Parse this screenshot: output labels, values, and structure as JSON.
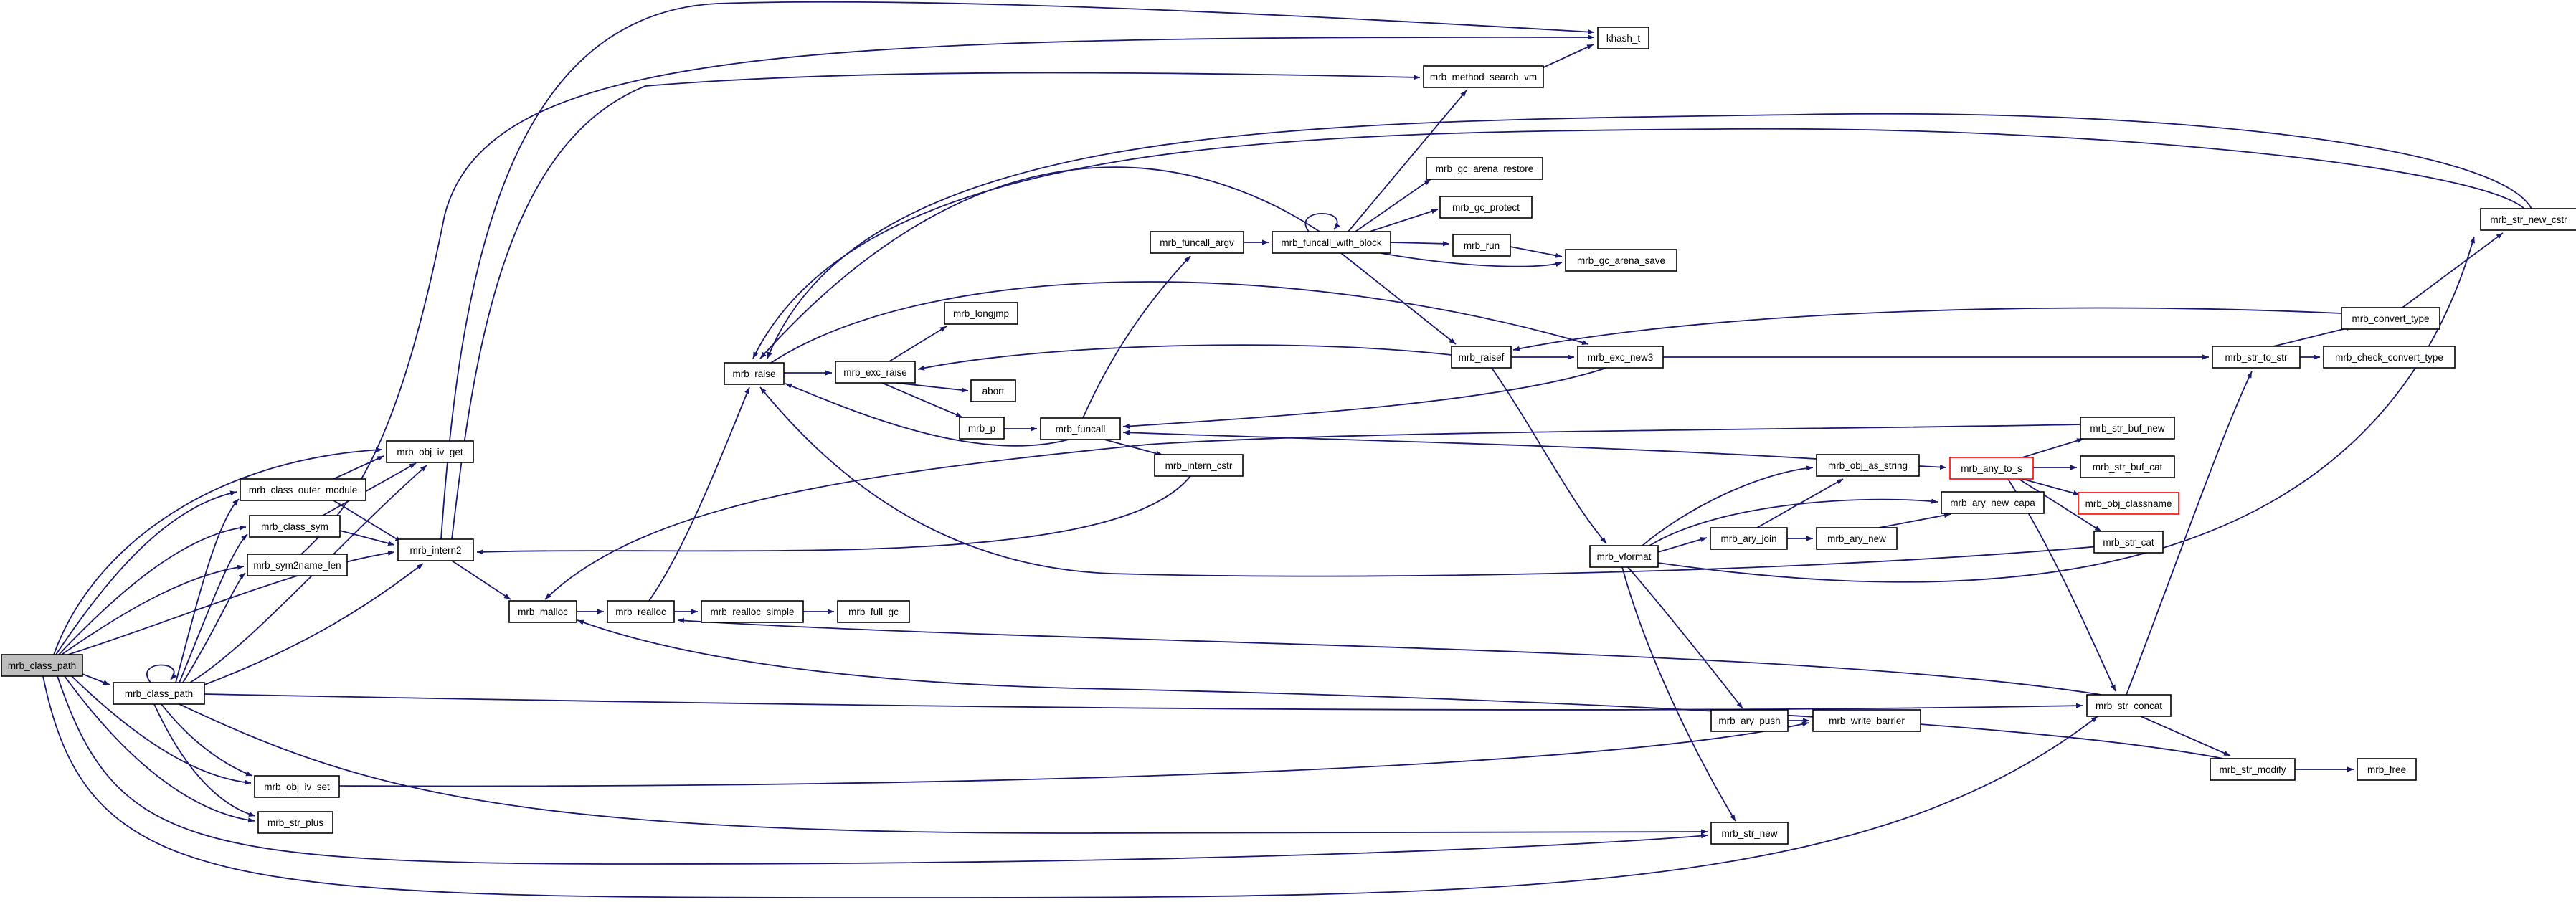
{
  "graph": {
    "nodes": [
      {
        "id": "root",
        "label": "mrb_class_path",
        "root": true
      },
      {
        "id": "cp",
        "label": "mrb_class_path"
      },
      {
        "id": "oivget",
        "label": "mrb_obj_iv_get"
      },
      {
        "id": "outer",
        "label": "mrb_class_outer_module"
      },
      {
        "id": "csym",
        "label": "mrb_class_sym"
      },
      {
        "id": "s2n",
        "label": "mrb_sym2name_len"
      },
      {
        "id": "intern2",
        "label": "mrb_intern2"
      },
      {
        "id": "oivset",
        "label": "mrb_obj_iv_set"
      },
      {
        "id": "strplus",
        "label": "mrb_str_plus"
      },
      {
        "id": "khash",
        "label": "khash_t"
      },
      {
        "id": "msvm",
        "label": "mrb_method_search_vm"
      },
      {
        "id": "raise",
        "label": "mrb_raise"
      },
      {
        "id": "excraise",
        "label": "mrb_exc_raise"
      },
      {
        "id": "longjmp",
        "label": "mrb_longjmp"
      },
      {
        "id": "abort",
        "label": "abort"
      },
      {
        "id": "p",
        "label": "mrb_p"
      },
      {
        "id": "funcall",
        "label": "mrb_funcall"
      },
      {
        "id": "interncstr",
        "label": "mrb_intern_cstr"
      },
      {
        "id": "malloc",
        "label": "mrb_malloc"
      },
      {
        "id": "realloc",
        "label": "mrb_realloc"
      },
      {
        "id": "rsimple",
        "label": "mrb_realloc_simple"
      },
      {
        "id": "fullgc",
        "label": "mrb_full_gc"
      },
      {
        "id": "fargv",
        "label": "mrb_funcall_argv"
      },
      {
        "id": "fwb",
        "label": "mrb_funcall_with_block"
      },
      {
        "id": "gcrestore",
        "label": "mrb_gc_arena_restore"
      },
      {
        "id": "gcprotect",
        "label": "mrb_gc_protect"
      },
      {
        "id": "run",
        "label": "mrb_run"
      },
      {
        "id": "gcsave",
        "label": "mrb_gc_arena_save"
      },
      {
        "id": "raisef",
        "label": "mrb_raisef"
      },
      {
        "id": "excnew3",
        "label": "mrb_exc_new3"
      },
      {
        "id": "vformat",
        "label": "mrb_vformat"
      },
      {
        "id": "objasstr",
        "label": "mrb_obj_as_string"
      },
      {
        "id": "aryjoin",
        "label": "mrb_ary_join"
      },
      {
        "id": "arynew",
        "label": "mrb_ary_new"
      },
      {
        "id": "arynewcapa",
        "label": "mrb_ary_new_capa"
      },
      {
        "id": "arypush",
        "label": "mrb_ary_push"
      },
      {
        "id": "wbarrier",
        "label": "mrb_write_barrier"
      },
      {
        "id": "strnew",
        "label": "mrb_str_new"
      },
      {
        "id": "anytos",
        "label": "mrb_any_to_s",
        "trunc": true
      },
      {
        "id": "strbufnew",
        "label": "mrb_str_buf_new"
      },
      {
        "id": "strbufcat",
        "label": "mrb_str_buf_cat"
      },
      {
        "id": "objclassname",
        "label": "mrb_obj_classname",
        "trunc": true
      },
      {
        "id": "strcat",
        "label": "mrb_str_cat"
      },
      {
        "id": "strtostr",
        "label": "mrb_str_to_str"
      },
      {
        "id": "convtype",
        "label": "mrb_convert_type"
      },
      {
        "id": "checkconv",
        "label": "mrb_check_convert_type"
      },
      {
        "id": "strnewcstr",
        "label": "mrb_str_new_cstr"
      },
      {
        "id": "strconcat",
        "label": "mrb_str_concat"
      },
      {
        "id": "strmodify",
        "label": "mrb_str_modify"
      },
      {
        "id": "free",
        "label": "mrb_free"
      }
    ]
  }
}
